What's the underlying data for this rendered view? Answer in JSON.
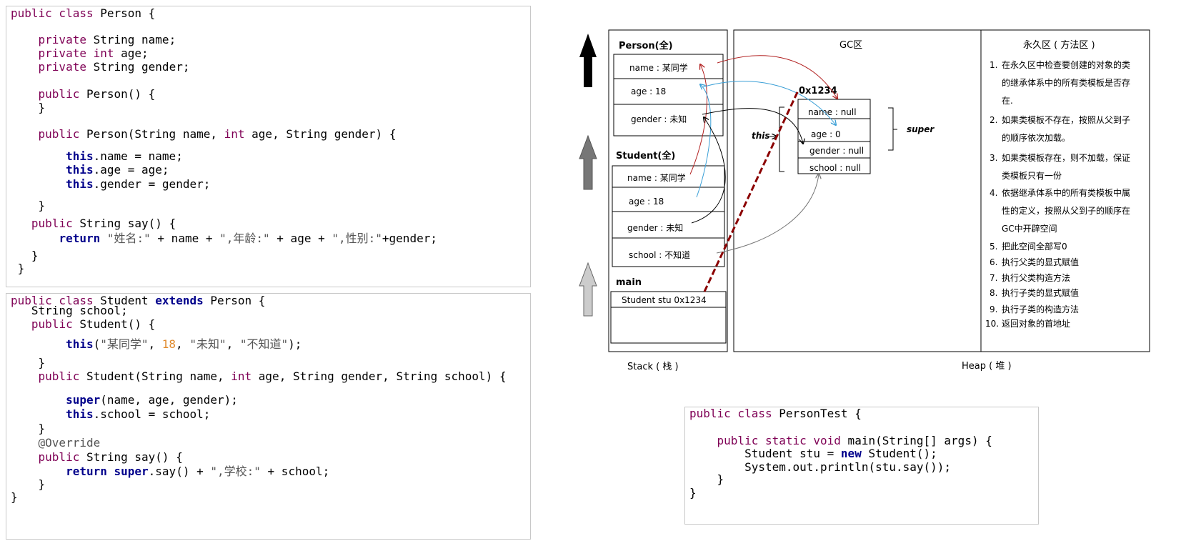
{
  "person_code": {
    "lines": [
      [
        {
          "c": "kw",
          "t": "public class"
        },
        {
          "t": " Person {"
        }
      ],
      [],
      [
        {
          "t": "    "
        },
        {
          "c": "kw",
          "t": "private"
        },
        {
          "t": " String name;"
        }
      ],
      [
        {
          "t": "    "
        },
        {
          "c": "kw",
          "t": "private int"
        },
        {
          "t": " age;"
        }
      ],
      [
        {
          "t": "    "
        },
        {
          "c": "kw",
          "t": "private"
        },
        {
          "t": " String gender;"
        }
      ],
      [],
      [
        {
          "t": "    "
        },
        {
          "c": "kw",
          "t": "public"
        },
        {
          "t": " Person() {"
        }
      ],
      [
        {
          "t": "    }"
        }
      ],
      [],
      [
        {
          "t": "    "
        },
        {
          "c": "kw",
          "t": "public"
        },
        {
          "t": " Person(String name, "
        },
        {
          "c": "kw",
          "t": "int"
        },
        {
          "t": " age, String gender) {"
        }
      ],
      [],
      [
        {
          "t": "        "
        },
        {
          "c": "kb",
          "t": "this"
        },
        {
          "t": ".name = name;"
        }
      ],
      [
        {
          "t": "        "
        },
        {
          "c": "kb",
          "t": "this"
        },
        {
          "t": ".age = age;"
        }
      ],
      [
        {
          "t": "        "
        },
        {
          "c": "kb",
          "t": "this"
        },
        {
          "t": ".gender = gender;"
        }
      ],
      [
        {
          "t": "    }"
        }
      ],
      [
        {
          "t": "   "
        },
        {
          "c": "kw",
          "t": "public"
        },
        {
          "t": " String say() {"
        }
      ],
      [],
      [
        {
          "t": "       "
        },
        {
          "c": "kb",
          "t": "return"
        },
        {
          "t": " "
        },
        {
          "c": "st",
          "t": "\"姓名:\""
        },
        {
          "t": " + name + "
        },
        {
          "c": "st",
          "t": "\",年龄:\""
        },
        {
          "t": " + age + "
        },
        {
          "c": "st",
          "t": "\",性别:\""
        },
        {
          "t": "+gender;"
        }
      ],
      [
        {
          "t": "   }"
        }
      ],
      [
        {
          "t": " }"
        }
      ]
    ]
  },
  "student_code": {
    "lines": [
      [
        {
          "c": "kw",
          "t": "public class"
        },
        {
          "t": " Student "
        },
        {
          "c": "kb",
          "t": "extends"
        },
        {
          "t": " Person {"
        }
      ],
      [],
      [
        {
          "t": "   String school;"
        }
      ],
      [
        {
          "t": "   "
        },
        {
          "c": "kw",
          "t": "public"
        },
        {
          "t": " Student() {"
        }
      ],
      [],
      [
        {
          "t": "        "
        },
        {
          "c": "kb",
          "t": "this"
        },
        {
          "t": "("
        },
        {
          "c": "st",
          "t": "\"某同学\""
        },
        {
          "t": ", "
        },
        {
          "c": "nm",
          "t": "18"
        },
        {
          "t": ", "
        },
        {
          "c": "st",
          "t": "\"未知\""
        },
        {
          "t": ", "
        },
        {
          "c": "st",
          "t": "\"不知道\""
        },
        {
          "t": ");"
        }
      ],
      [],
      [
        {
          "t": "    }"
        }
      ],
      [
        {
          "t": "    "
        },
        {
          "c": "kw",
          "t": "public"
        },
        {
          "t": " Student(String name, "
        },
        {
          "c": "kw",
          "t": "int"
        },
        {
          "t": " age, String gender, String school) {"
        }
      ],
      [],
      [
        {
          "t": "        "
        },
        {
          "c": "kb",
          "t": "super"
        },
        {
          "t": "(name, age, gender);"
        }
      ],
      [
        {
          "t": "        "
        },
        {
          "c": "kb",
          "t": "this"
        },
        {
          "t": ".school = school;"
        }
      ],
      [
        {
          "t": "    }"
        }
      ],
      [
        {
          "t": "    "
        },
        {
          "c": "an",
          "t": "@Override"
        }
      ],
      [
        {
          "t": "    "
        },
        {
          "c": "kw",
          "t": "public"
        },
        {
          "t": " String say() {"
        }
      ],
      [
        {
          "t": "        "
        },
        {
          "c": "kb",
          "t": "return super"
        },
        {
          "t": ".say() + "
        },
        {
          "c": "st",
          "t": "\",学校:\""
        },
        {
          "t": " + school;"
        }
      ],
      [
        {
          "t": "    }"
        }
      ],
      [
        {
          "t": "}"
        }
      ]
    ]
  },
  "test_code": {
    "lines": [
      [
        {
          "c": "kw",
          "t": "public class"
        },
        {
          "t": " PersonTest {"
        }
      ],
      [],
      [
        {
          "t": "    "
        },
        {
          "c": "kw",
          "t": "public static void"
        },
        {
          "t": " main(String[] args) {"
        }
      ],
      [
        {
          "t": "        Student stu = "
        },
        {
          "c": "kb",
          "t": "new"
        },
        {
          "t": " Student();"
        }
      ],
      [
        {
          "t": "        System.out.println(stu.say());"
        }
      ],
      [
        {
          "t": "    }"
        }
      ],
      [
        {
          "t": "}"
        }
      ]
    ]
  },
  "stack": {
    "person_title": "Person(全)",
    "person_fields": [
      "name : 某同学",
      "age : 18",
      "gender : 未知"
    ],
    "student_title": "Student(全)",
    "student_fields": [
      "name : 某同学",
      "age : 18",
      "gender : 未知",
      "school :  不知道"
    ],
    "main_title": "main",
    "main_var": "Student  stu  0x1234",
    "caption": "Stack ( 栈 )"
  },
  "heap": {
    "gc_title": "GC区",
    "address": "0x1234",
    "object_fields": [
      "name : null",
      "age  :  0",
      "gender : null",
      "school : null"
    ],
    "this_label": "this",
    "super_label": "super",
    "caption": "Heap ( 堆 )"
  },
  "permanent": {
    "title": "永久区 ( 方法区 )",
    "steps": [
      {
        "num": "1.",
        "lines": [
          "在永久区中检查要创建的对象的类",
          "的继承体系中的所有类模板是否存",
          "在."
        ]
      },
      {
        "num": "2.",
        "lines": [
          "如果类模板不存在，按照从父到子",
          "的顺序依次加载。"
        ]
      },
      {
        "num": "3.",
        "lines": [
          "如果类模板存在，则不加载，保证",
          "类模板只有一份"
        ]
      },
      {
        "num": "4.",
        "lines": [
          "依据继承体系中的所有类模板中属",
          "性的定义，按照从父到子的顺序在",
          "GC中开辟空间"
        ]
      },
      {
        "num": "5.",
        "lines": [
          "把此空间全部写0"
        ]
      },
      {
        "num": "6.",
        "lines": [
          "执行父类的显式赋值"
        ]
      },
      {
        "num": "7.",
        "lines": [
          "执行父类构造方法"
        ]
      },
      {
        "num": "8.",
        "lines": [
          "执行子类的显式赋值"
        ]
      },
      {
        "num": "9.",
        "lines": [
          "执行子类的构造方法"
        ]
      },
      {
        "num": "10.",
        "lines": [
          "返回对象的首地址"
        ]
      }
    ]
  },
  "colors": {
    "keyword": "#7f0055",
    "bold_keyword": "#00008b",
    "string": "#555555",
    "number": "#e08a2c",
    "red_arrow": "#b22222",
    "blue_arrow": "#3a9fd6",
    "dashed_ref": "#8b0000"
  },
  "icons": [
    "arrow-up-black-icon",
    "arrow-up-dark-gray-icon",
    "arrow-up-light-gray-icon"
  ]
}
